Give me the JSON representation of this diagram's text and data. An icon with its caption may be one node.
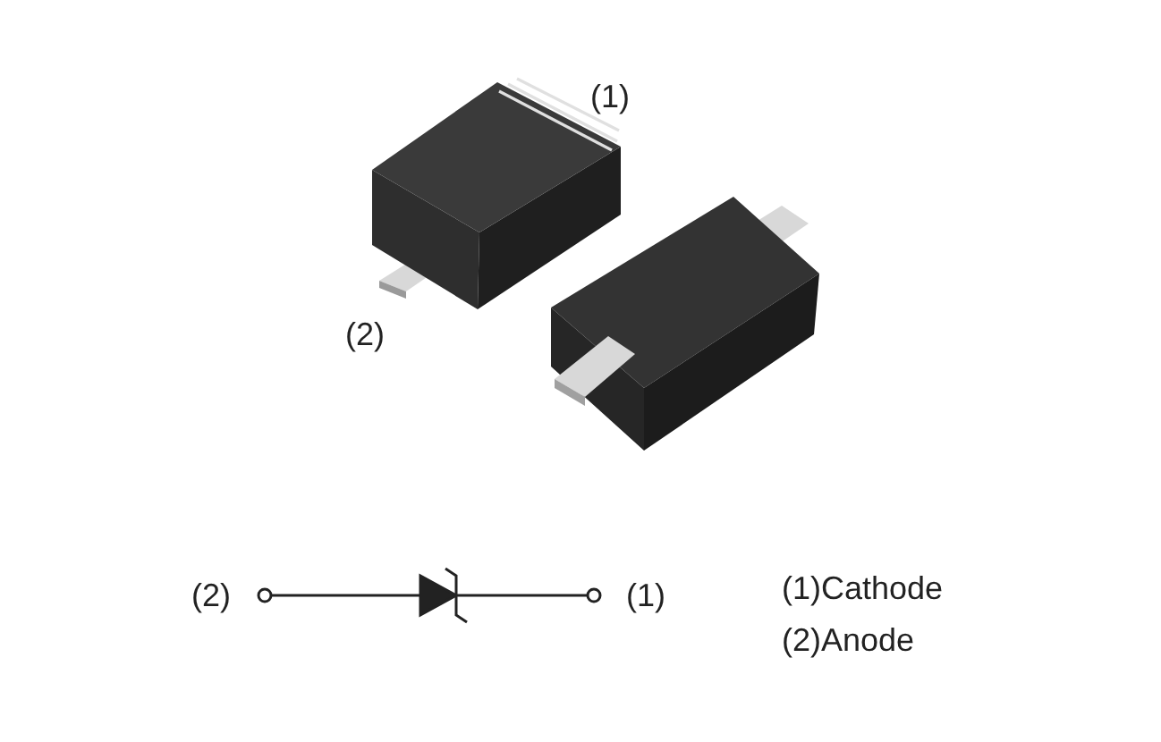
{
  "diagram": {
    "labels": [
      "(1)",
      "(2)",
      "(2)",
      "(1)",
      "(1)Cathode",
      "(2)Anode"
    ]
  }
}
